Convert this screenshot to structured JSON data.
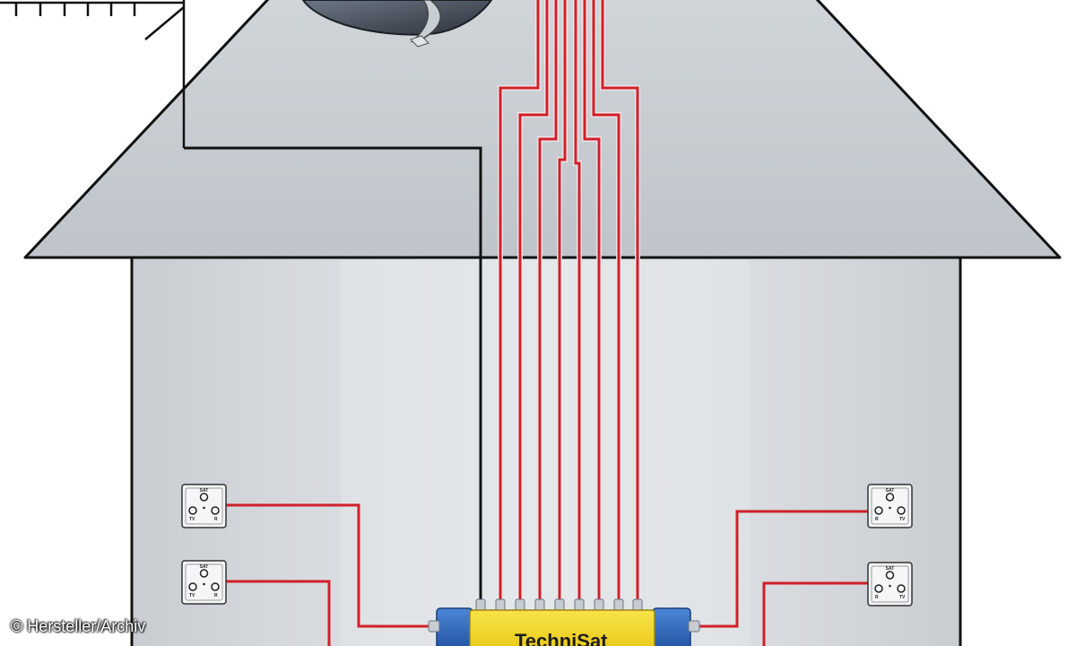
{
  "credit": "© Hersteller/Archiv",
  "brand": "TechniSat",
  "socket_labels": {
    "sat": "SAT",
    "tv": "TV",
    "radio": "R"
  },
  "colors": {
    "cable": "#d0202a",
    "outline": "#111111",
    "roof": "#c6cbd1",
    "wall": "#d2d6db",
    "wall_light": "#e6e9ec",
    "switch_body": "#f2d724",
    "switch_side": "#2a63b8"
  },
  "icons": {
    "antenna": "terrestrial-antenna-icon",
    "dish": "satellite-dish-icon",
    "socket": "antenna-socket-icon",
    "multiswitch": "multiswitch-icon"
  }
}
